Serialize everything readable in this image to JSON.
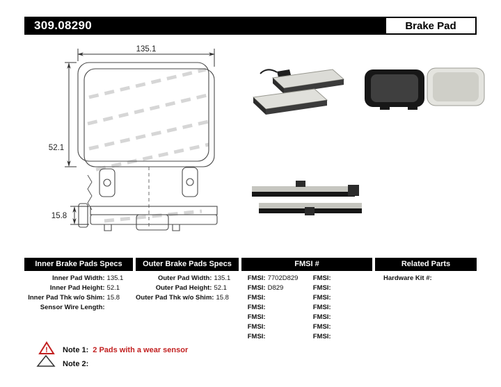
{
  "header": {
    "part_number": "309.08290",
    "product_name": "Brake Pad"
  },
  "drawing": {
    "width_dim": "135.1",
    "height_dim": "52.1",
    "thickness_dim": "15.8"
  },
  "specs": {
    "inner": {
      "title": "Inner Brake Pads Specs",
      "rows": [
        {
          "label": "Inner Pad Width:",
          "value": "135.1"
        },
        {
          "label": "Inner Pad Height:",
          "value": "52.1"
        },
        {
          "label": "Inner Pad Thk w/o Shim:",
          "value": "15.8"
        },
        {
          "label": "Sensor Wire Length:",
          "value": ""
        }
      ]
    },
    "outer": {
      "title": "Outer Brake Pads Specs",
      "rows": [
        {
          "label": "Outer Pad Width:",
          "value": "135.1"
        },
        {
          "label": "Outer Pad Height:",
          "value": "52.1"
        },
        {
          "label": "Outer Pad Thk w/o Shim:",
          "value": "15.8"
        }
      ]
    },
    "fmsi": {
      "title": "FMSI #",
      "left_rows": [
        {
          "label": "FMSI:",
          "value": "7702D829"
        },
        {
          "label": "FMSI:",
          "value": "D829"
        },
        {
          "label": "FMSI:",
          "value": ""
        },
        {
          "label": "FMSI:",
          "value": ""
        },
        {
          "label": "FMSI:",
          "value": ""
        },
        {
          "label": "FMSI:",
          "value": ""
        },
        {
          "label": "FMSI:",
          "value": ""
        }
      ],
      "right_rows": [
        {
          "label": "FMSI:",
          "value": ""
        },
        {
          "label": "FMSI:",
          "value": ""
        },
        {
          "label": "FMSI:",
          "value": ""
        },
        {
          "label": "FMSI:",
          "value": ""
        },
        {
          "label": "FMSI:",
          "value": ""
        },
        {
          "label": "FMSI:",
          "value": ""
        },
        {
          "label": "FMSI:",
          "value": ""
        }
      ]
    },
    "related": {
      "title": "Related Parts",
      "rows": [
        {
          "label": "Hardware Kit #:",
          "value": ""
        }
      ]
    }
  },
  "notes": {
    "note1_label": "Note 1:",
    "note1_text": "2 Pads with a wear sensor",
    "note2_label": "Note 2:",
    "note2_text": ""
  },
  "icons": {
    "warning_glyph": "!"
  },
  "colors": {
    "header_bar": "#000000",
    "note_accent": "#c22020"
  }
}
